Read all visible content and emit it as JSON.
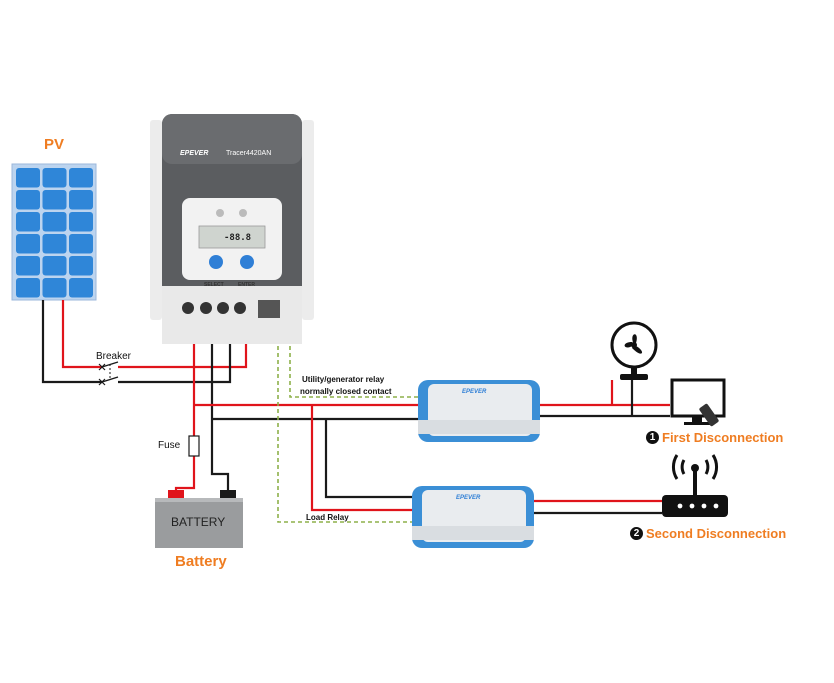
{
  "labels": {
    "pv": "PV",
    "breaker": "Breaker",
    "fuse": "Fuse",
    "battery_box": "BATTERY",
    "battery": "Battery",
    "utility_relay_line1": "Utility/generator relay",
    "utility_relay_line2": "normally closed contact",
    "load_relay": "Load Relay",
    "first_disconnection": "First Disconnection",
    "second_disconnection": "Second Disconnection",
    "first_number": "1",
    "second_number": "2"
  },
  "controller": {
    "brand": "EPEVER",
    "model": "Tracer4420AN",
    "lcd_value": "-88.8",
    "button_left": "SELECT",
    "button_right": "ENTER"
  },
  "inverter": {
    "brand": "EPEVER"
  },
  "colors": {
    "accent_orange": "#ef7d22",
    "wire_red": "#e0141b",
    "wire_black": "#1a1a1a",
    "relay_dashed": "#8db04a",
    "panel_blue": "#2f86d8",
    "controller_body": "#5b5d60",
    "inverter_blue": "#3b8fd6"
  },
  "icons": [
    "solar-panel-icon",
    "fan-icon",
    "monitor-icon",
    "router-icon",
    "battery-icon"
  ]
}
